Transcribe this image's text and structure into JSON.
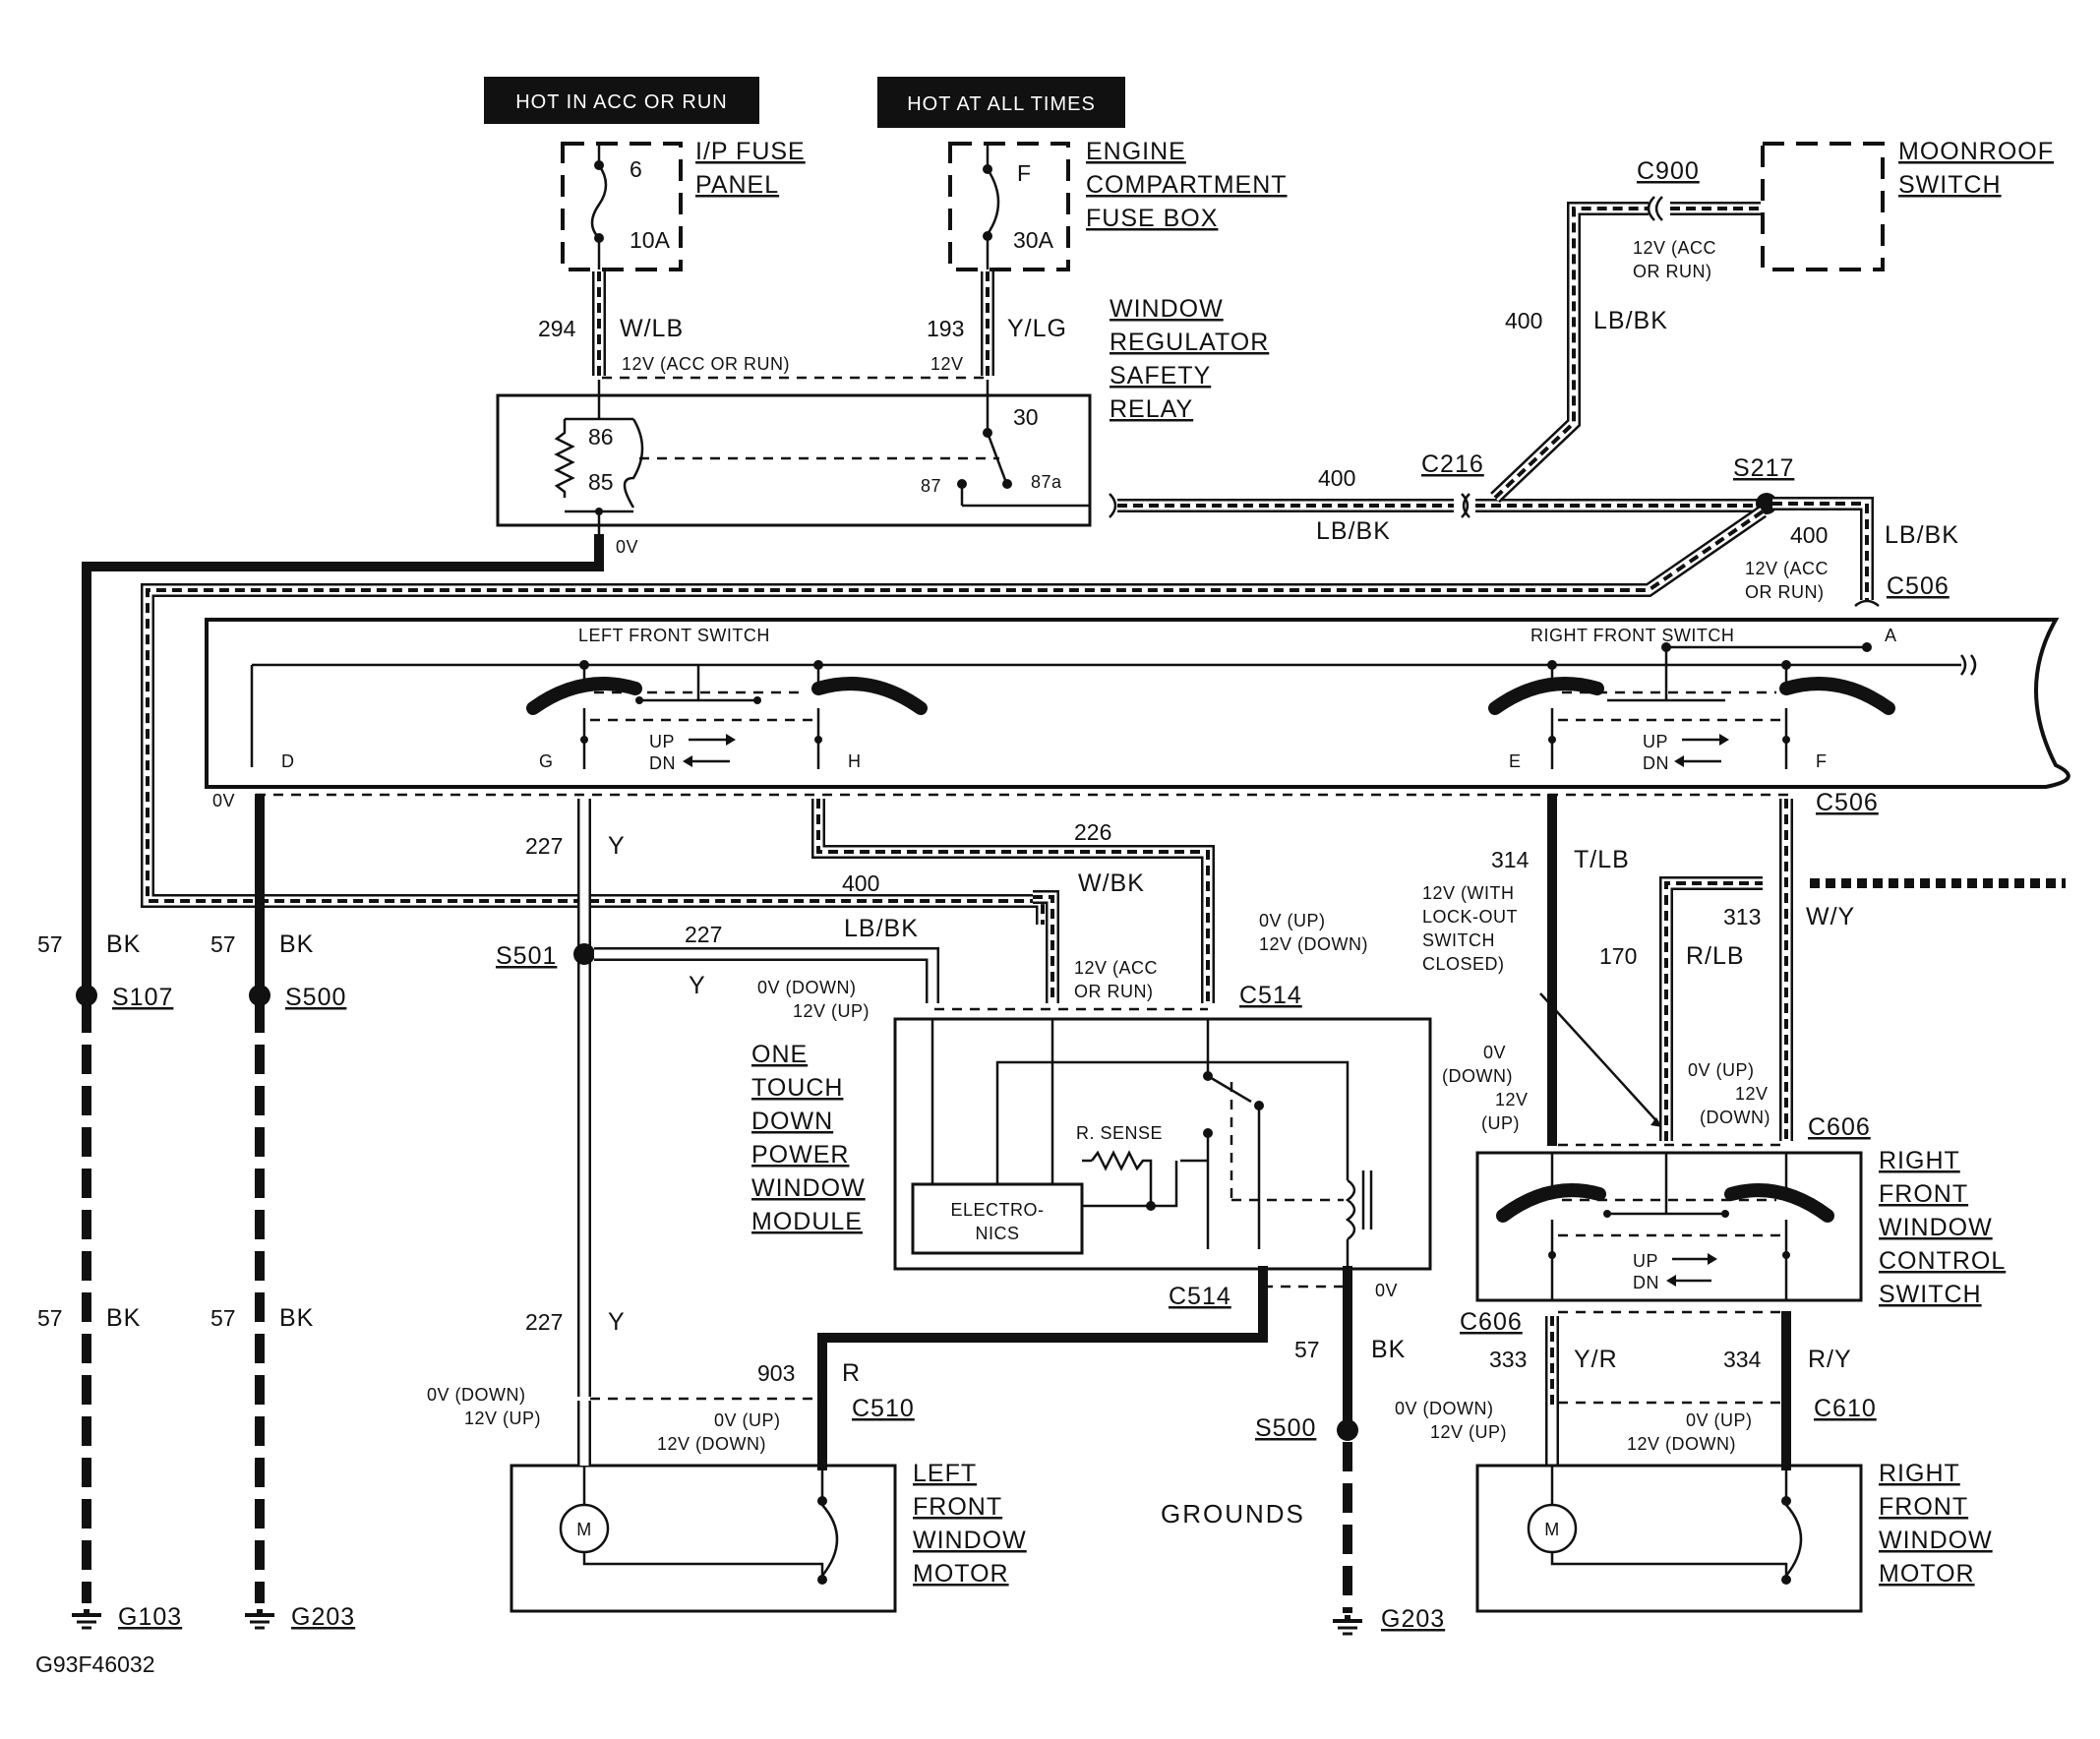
{
  "headers": {
    "hot_acc_run": "HOT IN ACC OR RUN",
    "hot_all_times": "HOT AT ALL TIMES"
  },
  "fuses": {
    "ip": {
      "name_1": "I/P FUSE",
      "name_2": "PANEL",
      "num": "6",
      "rating": "10A"
    },
    "engine": {
      "name_1": "ENGINE",
      "name_2": "COMPARTMENT",
      "name_3": "FUSE BOX",
      "num": "F",
      "rating": "30A"
    }
  },
  "moonroof": {
    "label_1": "MOONROOF",
    "label_2": "SWITCH",
    "connector": "C900",
    "voltage_1": "12V (ACC",
    "voltage_2": "OR RUN)"
  },
  "relay": {
    "label_1": "WINDOW",
    "label_2": "REGULATOR",
    "label_3": "SAFETY",
    "label_4": "RELAY",
    "pin_86": "86",
    "pin_85": "85",
    "pin_30": "30",
    "pin_87": "87",
    "pin_87a": "87a",
    "ground_v": "0V",
    "in_294_v": "12V (ACC OR RUN)",
    "in_193_v": "12V"
  },
  "wires": {
    "w294": {
      "num": "294",
      "color": "W/LB"
    },
    "w193": {
      "num": "193",
      "color": "Y/LG"
    },
    "w400a": {
      "num": "400",
      "color": "LB/BK"
    },
    "w400b": {
      "num": "400",
      "color": "LB/BK"
    },
    "w400c": {
      "num": "400",
      "color": "LB/BK",
      "v_1": "12V (ACC",
      "v_2": "OR RUN)"
    },
    "w400d": {
      "num": "400",
      "color": "LB/BK"
    },
    "w227a": {
      "num": "227",
      "color": "Y"
    },
    "w227b": {
      "num": "227",
      "color": "LB/BK"
    },
    "w227y": {
      "color": "Y"
    },
    "w227c": {
      "num": "227",
      "color": "Y"
    },
    "w226": {
      "num": "226",
      "color": "W/BK"
    },
    "w57a": {
      "num": "57",
      "color": "BK"
    },
    "w57b": {
      "num": "57",
      "color": "BK"
    },
    "w57c": {
      "num": "57",
      "color": "BK"
    },
    "w57d": {
      "num": "57",
      "color": "BK"
    },
    "w57e": {
      "num": "57",
      "color": "BK"
    },
    "w314": {
      "num": "314",
      "color": "T/LB"
    },
    "w170": {
      "num": "170",
      "color": "R/LB"
    },
    "w313": {
      "num": "313",
      "color": "W/Y"
    },
    "w903": {
      "num": "903",
      "color": "R"
    },
    "w333": {
      "num": "333",
      "color": "Y/R"
    },
    "w334": {
      "num": "334",
      "color": "R/Y"
    }
  },
  "connectors": {
    "c216": "C216",
    "s217": "S217",
    "c506a": "C506",
    "c506b": "C506",
    "s501": "S501",
    "c514a": "C514",
    "c514b": "C514",
    "s107": "S107",
    "s500a": "S500",
    "s500b": "S500",
    "c510": "C510",
    "c606a": "C606",
    "c606b": "C606",
    "c610": "C610",
    "g103": "G103",
    "g203a": "G203",
    "g203b": "G203"
  },
  "door": {
    "left_switch": "LEFT FRONT SWITCH",
    "right_switch": "RIGHT FRONT SWITCH",
    "pin_d": "D",
    "pin_g": "G",
    "pin_h": "H",
    "pin_e": "E",
    "pin_f": "F",
    "pin_a": "A",
    "up": "UP",
    "dn": "DN",
    "v_d": "0V"
  },
  "module": {
    "label_1": "ONE",
    "label_2": "TOUCH",
    "label_3": "DOWN",
    "label_4": "POWER",
    "label_5": "WINDOW",
    "label_6": "MODULE",
    "sense": "R. SENSE",
    "elec_1": "ELECTRO-",
    "elec_2": "NICS",
    "v227_1": "0V (DOWN)",
    "v227_2": "12V (UP)",
    "v400_1": "12V (ACC",
    "v400_2": "OR RUN)",
    "v226_1": "0V (UP)",
    "v226_2": "12V (DOWN)",
    "gnd_v": "0V"
  },
  "rf_switch": {
    "label_1": "RIGHT",
    "label_2": "FRONT",
    "label_3": "WINDOW",
    "label_4": "CONTROL",
    "label_5": "SWITCH",
    "lockout_1": "12V (WITH",
    "lockout_2": "LOCK-OUT",
    "lockout_3": "SWITCH",
    "lockout_4": "CLOSED)",
    "v314_1": "0V",
    "v314_2": "(DOWN)",
    "v314_3": "12V",
    "v314_4": "(UP)",
    "v313_1": "0V (UP)",
    "v313_2": "12V",
    "v313_3": "(DOWN)",
    "up": "UP",
    "dn": "DN"
  },
  "lf_motor": {
    "label_1": "LEFT",
    "label_2": "FRONT",
    "label_3": "WINDOW",
    "label_4": "MOTOR",
    "m": "M",
    "v227_1": "0V (DOWN)",
    "v227_2": "12V (UP)",
    "v903_1": "0V (UP)",
    "v903_2": "12V (DOWN)"
  },
  "rf_motor": {
    "label_1": "RIGHT",
    "label_2": "FRONT",
    "label_3": "WINDOW",
    "label_4": "MOTOR",
    "m": "M",
    "v333_1": "0V (DOWN)",
    "v333_2": "12V (UP)",
    "v334_1": "0V (UP)",
    "v334_2": "12V (DOWN)"
  },
  "grounds": "GROUNDS",
  "figure_id": "G93F46032"
}
